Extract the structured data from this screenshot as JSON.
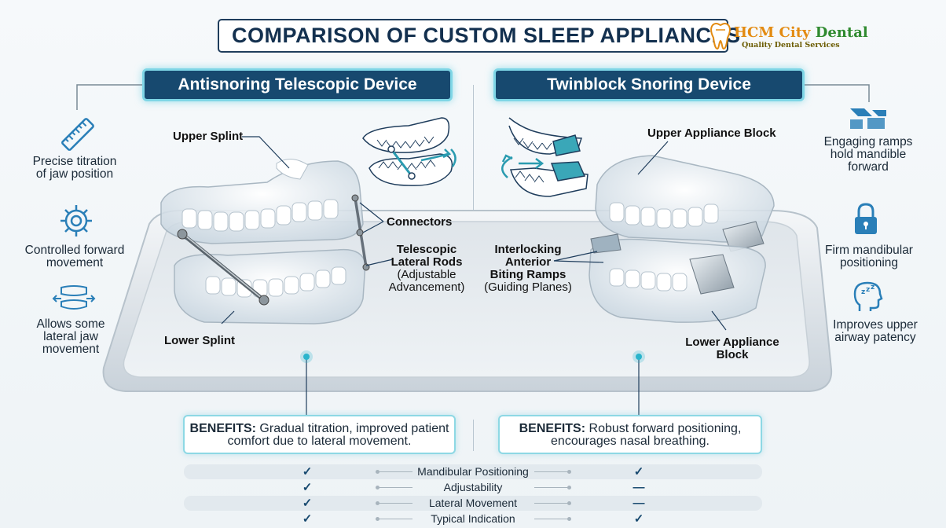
{
  "title": "COMPARISON OF CUSTOM SLEEP APPLIANCES",
  "logo": {
    "name_part1": "HCM City",
    "name_part2": " Dental",
    "tagline": "Quality Dental Services"
  },
  "left_device": {
    "header": "Antisnoring Telescopic Device",
    "labels": {
      "upper_splint": "Upper Splint",
      "connectors": "Connectors",
      "rods_title": "Telescopic",
      "rods_title2": "Lateral Rods",
      "rods_sub1": "(Adjustable",
      "rods_sub2": "Advancement)",
      "lower_splint": "Lower Splint"
    },
    "features": [
      {
        "icon": "ruler-icon",
        "line1": "Precise titration",
        "line2": "of jaw position",
        "line3": ""
      },
      {
        "icon": "gear-icon",
        "line1": "Controlled forward",
        "line2": "movement",
        "line3": ""
      },
      {
        "icon": "lateral-jaw-icon",
        "line1": "Allows some",
        "line2": "lateral jaw",
        "line3": "movement"
      }
    ],
    "benefits_label": "BENEFITS:",
    "benefits_line1": " Gradual titration, improved patient",
    "benefits_line2": "comfort due to lateral movement."
  },
  "right_device": {
    "header": "Twinblock Snoring Device",
    "labels": {
      "upper_block": "Upper Appliance Block",
      "ramps_1": "Interlocking",
      "ramps_2": "Anterior",
      "ramps_3": "Biting Ramps",
      "ramps_sub": "(Guiding Planes)",
      "lower_block_1": "Lower Appliance",
      "lower_block_2": "Block"
    },
    "features": [
      {
        "icon": "ramps-icon",
        "line1": "Engaging ramps",
        "line2": "hold mandible",
        "line3": "forward"
      },
      {
        "icon": "lock-icon",
        "line1": "Firm mandibular",
        "line2": "positioning",
        "line3": ""
      },
      {
        "icon": "sleep-head-icon",
        "line1": "Improves upper",
        "line2": "airway patency",
        "line3": ""
      }
    ],
    "benefits_label": "BENEFITS:",
    "benefits_line1": " Robust forward positioning,",
    "benefits_line2": "encourages nasal breathing."
  },
  "comparison": [
    {
      "label": "Mandibular Positioning",
      "left": "✓",
      "right": "✓"
    },
    {
      "label": "Adjustability",
      "left": "✓",
      "right": "—"
    },
    {
      "label": "Lateral Movement",
      "left": "✓",
      "right": "—"
    },
    {
      "label": "Typical Indication",
      "left": "✓",
      "right": "✓"
    }
  ],
  "colors": {
    "header_bg": "#17496f",
    "glow": "#7fd6e6",
    "icon": "#2a7fb8",
    "title": "#13304f"
  }
}
